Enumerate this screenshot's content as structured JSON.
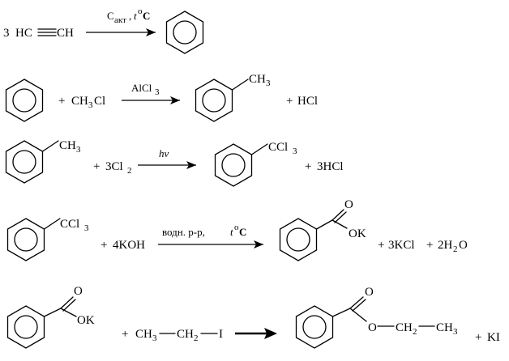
{
  "reactions": [
    {
      "reactant": {
        "coef": "3",
        "left": "HC",
        "right": "CH"
      },
      "conditions": {
        "catalyst": "C",
        "catalyst_sub": "акт",
        "sep": ",",
        "temp_t": "t",
        "temp_deg": "o",
        "temp_unit": "C"
      }
    },
    {
      "plus1": "+",
      "reagent_main": "CH",
      "reagent_sub": "3",
      "reagent_tail": "Cl",
      "conditions": {
        "text_main": "AlCl",
        "text_sub": "3"
      },
      "product_group": {
        "main": "CH",
        "sub": "3"
      },
      "plus2": "+",
      "byproduct": "HCl"
    },
    {
      "substituent": {
        "main": "CH",
        "sub": "3"
      },
      "plus1": "+",
      "reagent_coef": "3Cl",
      "reagent_sub": "2",
      "conditions": {
        "text": "hν"
      },
      "product_group": {
        "main": "CCl",
        "sub": "3"
      },
      "plus2": "+",
      "byproduct": "3HCl"
    },
    {
      "substituent": {
        "main": "CCl",
        "sub": "3"
      },
      "plus1": "+",
      "reagent": "4KOH",
      "conditions": {
        "text": "водн. р-р,",
        "temp_t": "t",
        "temp_deg": "o",
        "temp_unit": "C"
      },
      "product_group": {
        "o": "O",
        "ok": "OK"
      },
      "plus2": "+",
      "byproduct1": "3KCl",
      "plus3": "+",
      "byproduct2_main": "2H",
      "byproduct2_sub": "2",
      "byproduct2_tail": "O"
    },
    {
      "substituent": {
        "o": "O",
        "ok": "OK"
      },
      "plus1": "+",
      "reagent": {
        "a": "CH",
        "a_sub": "3",
        "b": "CH",
        "b_sub": "2",
        "c": "I"
      },
      "product_group": {
        "o": "O",
        "ester_o": "O",
        "ch2": "CH",
        "ch2_sub": "2",
        "ch3": "CH",
        "ch3_sub": "3"
      },
      "plus2": "+",
      "byproduct": "KI"
    }
  ]
}
